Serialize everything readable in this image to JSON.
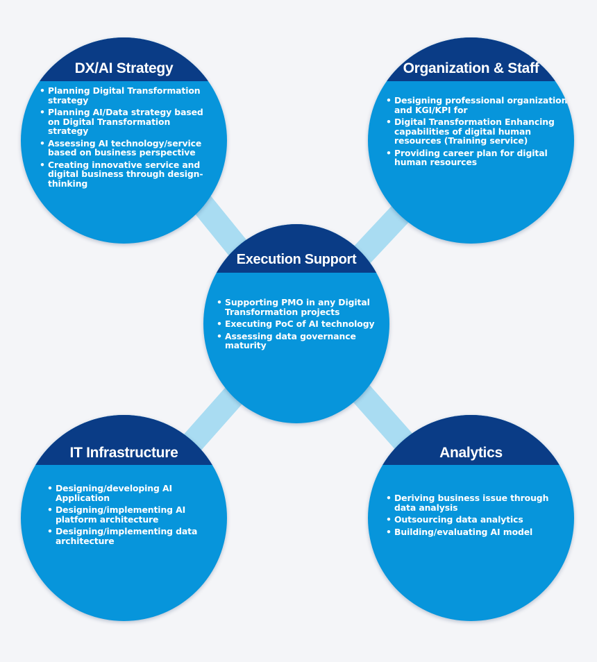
{
  "colors": {
    "background": "#f4f5f8",
    "circle_fill": "#0795db",
    "header_fill": "#0a3c86",
    "connector": "#a9dcf2",
    "text": "#ffffff"
  },
  "center": {
    "title": "Execution Support",
    "items": [
      "Supporting PMO in any Digital Transformation projects",
      "Executing PoC of AI technology",
      "Assessing data governance maturity"
    ]
  },
  "dx_ai_strategy": {
    "title": "DX/AI Strategy",
    "items": [
      "Planning Digital Transformation strategy",
      "Planning AI/Data strategy based on Digital Transformation strategy",
      "Assessing AI technology/service based on business perspective",
      "Creating innovative service and digital business through design-thinking"
    ]
  },
  "organization_staff": {
    "title": "Organization & Staff",
    "items": [
      "Designing professional organization and KGI/KPI for",
      "Digital Transformation Enhancing capabilities of digital human resources (Training service)",
      "Providing career plan for digital human resources"
    ]
  },
  "it_infrastructure": {
    "title": "IT Infrastructure",
    "items": [
      "Designing/developing AI Application",
      "Designing/implementing AI platform architecture",
      "Designing/implementing data architecture"
    ]
  },
  "analytics": {
    "title": "Analytics",
    "items": [
      "Deriving business issue through data analysis",
      "Outsourcing data analytics",
      "Building/evaluating AI model"
    ]
  }
}
